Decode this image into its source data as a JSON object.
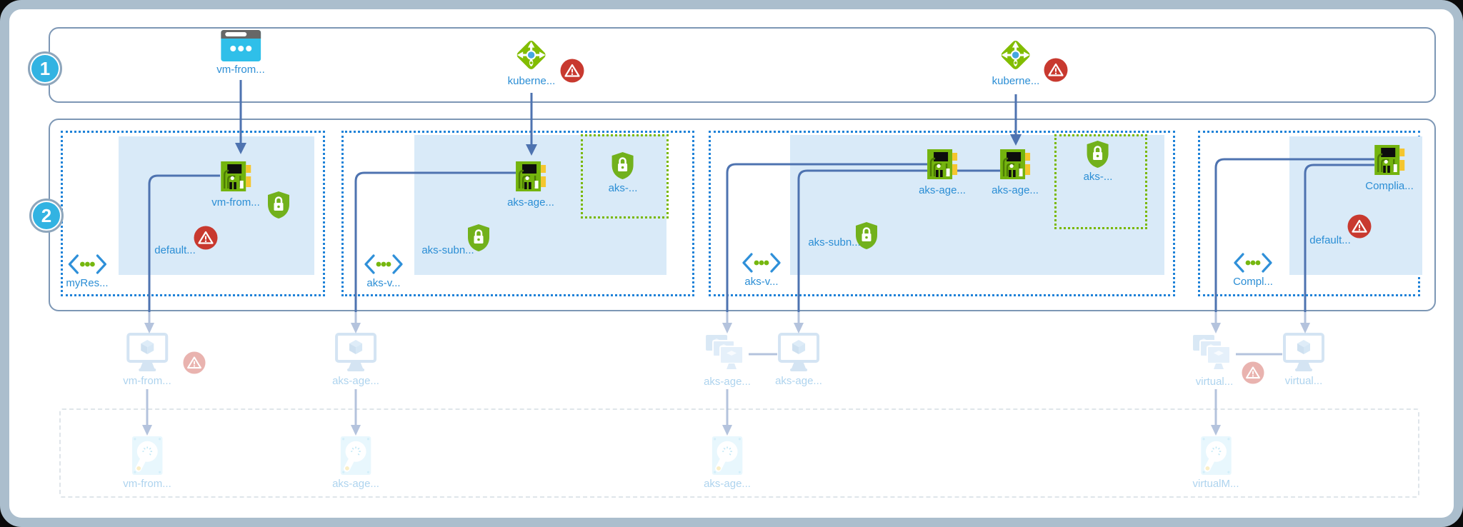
{
  "step_badges": [
    {
      "label": "1"
    },
    {
      "label": "2"
    }
  ],
  "internet_tier": {
    "public_ip": {
      "label": "vm-from..."
    },
    "load_balancer_1": {
      "label": "kuberne..."
    },
    "load_balancer_2": {
      "label": "kuberne..."
    }
  },
  "network_tier": {
    "vnet_1": {
      "name": "myRes...",
      "subnet_label": "default...",
      "nic_label": "vm-from..."
    },
    "vnet_2": {
      "name": "aks-v...",
      "subnet_label": "aks-subn...",
      "nic_label": "aks-age...",
      "nsg_label": "aks-..."
    },
    "vnet_3": {
      "name": "aks-v...",
      "subnet_label": "aks-subn...",
      "nic_a_label": "aks-age...",
      "nic_b_label": "aks-age...",
      "nsg_label": "aks-..."
    },
    "vnet_4": {
      "name": "Compl...",
      "subnet_label": "default...",
      "nic_label": "Complia..."
    }
  },
  "compute_tier": {
    "vm_1": {
      "label": "vm-from..."
    },
    "vm_2": {
      "label": "aks-age..."
    },
    "vmss_3": {
      "label": "aks-age..."
    },
    "vm_3": {
      "label": "aks-age..."
    },
    "vmss_4": {
      "label": "virtual..."
    },
    "vm_4": {
      "label": "virtual..."
    }
  },
  "storage_tier": {
    "disk_1": {
      "label": "vm-from..."
    },
    "disk_2": {
      "label": "aks-age..."
    },
    "disk_3": {
      "label": "aks-age..."
    },
    "disk_4": {
      "label": "virtualM..."
    }
  },
  "colors": {
    "accent_blue": "#2b8ed5",
    "badge_cyan": "#32b3e2",
    "warning_red": "#c8392f",
    "resource_green": "#76b40e",
    "connector_blue": "#4e73b0",
    "subnet_fill": "#d9eaf8"
  }
}
